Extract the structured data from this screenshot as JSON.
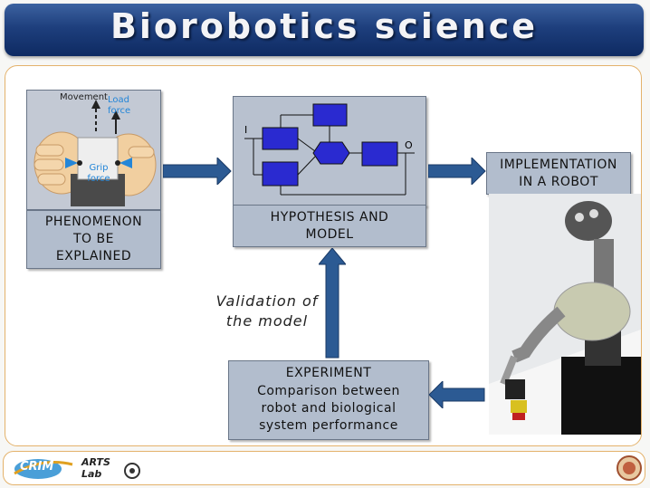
{
  "title": "Biorobotics science",
  "phenomenon": {
    "label": "PHENOMENON TO BE EXPLAINED",
    "movement": "Movement",
    "load_force": "Load force",
    "grip_force": "Grip force"
  },
  "hypothesis": {
    "label": "HYPOTHESIS AND MODEL",
    "input": "I",
    "output": "O"
  },
  "implementation": {
    "label": "IMPLEMENTATION IN A ROBOT"
  },
  "experiment": {
    "title": "EXPERIMENT",
    "line1": "Comparison between",
    "line2": "robot and biological",
    "line3": "system performance"
  },
  "validation": {
    "line1": "Validation of",
    "line2": "the model"
  },
  "footer": {
    "arts_logo": "ARTS Lab",
    "crim_logo": "CRIM"
  },
  "colors": {
    "banner": "#1e3f7d",
    "box_fill": "#b2bdcd",
    "arrow": "#2c5a93",
    "model_block": "#2a2ad0",
    "frame_border": "#e4b26b"
  }
}
